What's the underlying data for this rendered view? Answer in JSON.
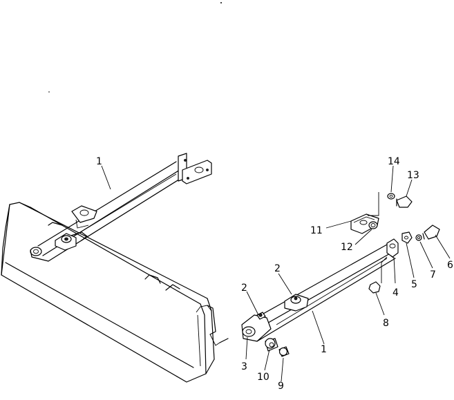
{
  "callouts": {
    "c1_left": "1",
    "c1_right": "1",
    "c2_a": "2",
    "c2_b": "2",
    "c3": "3",
    "c4": "4",
    "c5": "5",
    "c6": "6",
    "c7": "7",
    "c8": "8",
    "c9": "9",
    "c10": "10",
    "c11": "11",
    "c12": "12",
    "c13": "13",
    "c14": "14"
  }
}
